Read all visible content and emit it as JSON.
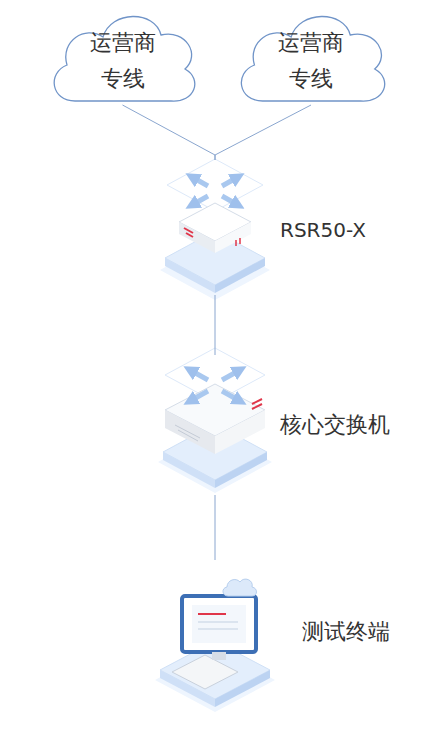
{
  "diagram": {
    "nodes": [
      {
        "text": [
          "运营商 专线"
        ]
      },
      {
        "text": [
          "运营商 专线"
        ]
      },
      {
        "text": [
          "RSR50-X"
        ]
      },
      {
        "text": [
          "核心交换机"
        ]
      },
      {
        "text": [
          "测试终端"
        ]
      }
    ],
    "edges": [
      {
        "from": 0,
        "to": 2,
        "arrow": "none"
      },
      {
        "from": 1,
        "to": 2,
        "arrow": "none"
      },
      {
        "from": 2,
        "to": 3,
        "arrow": "none"
      },
      {
        "from": 3,
        "to": 4,
        "arrow": "none"
      }
    ]
  }
}
